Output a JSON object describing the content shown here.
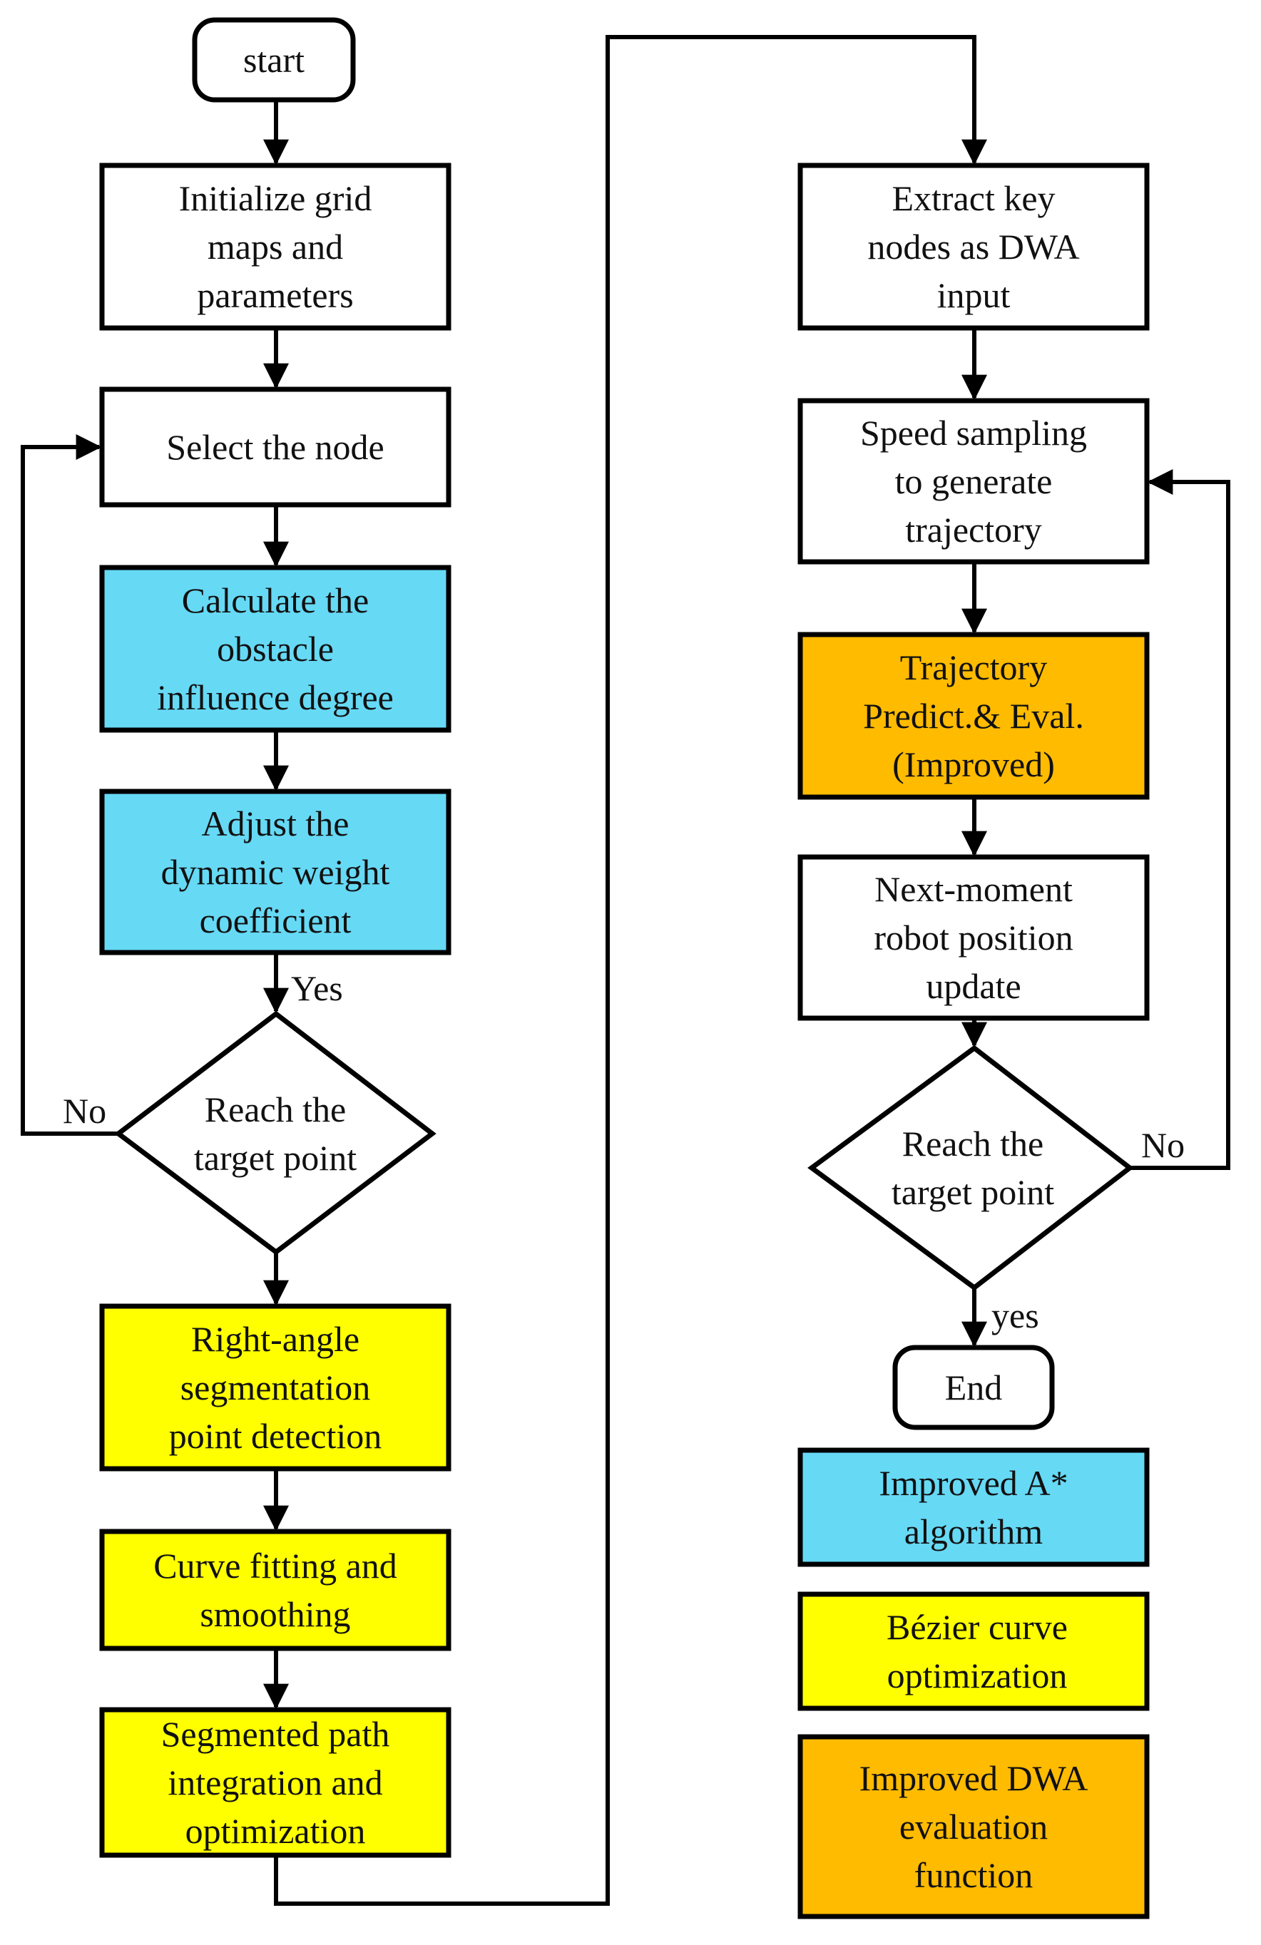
{
  "colors": {
    "process": "#ffffff",
    "improved_astar": "#66d9f5",
    "bezier": "#ffff00",
    "dwa": "#ffbb00",
    "stroke": "#000000"
  },
  "nodes": {
    "start": {
      "lines": [
        "start"
      ]
    },
    "init": {
      "lines": [
        "Initialize grid",
        "maps and",
        "parameters"
      ]
    },
    "select": {
      "lines": [
        "Select the node"
      ]
    },
    "calc": {
      "lines": [
        "Calculate the",
        "obstacle",
        "influence degree"
      ]
    },
    "adjust": {
      "lines": [
        "Adjust the",
        "dynamic weight",
        "coefficient"
      ]
    },
    "reach_left": {
      "lines": [
        "Reach the",
        "target point"
      ]
    },
    "rightangle": {
      "lines": [
        "Right-angle",
        "segmentation",
        "point detection"
      ]
    },
    "curve": {
      "lines": [
        "Curve fitting and",
        "smoothing"
      ]
    },
    "segmented": {
      "lines": [
        "Segmented path",
        "integration and",
        "optimization"
      ]
    },
    "extract": {
      "lines": [
        "Extract key",
        "nodes as DWA",
        "input"
      ]
    },
    "speed": {
      "lines": [
        "Speed sampling",
        "to generate",
        "trajectory"
      ]
    },
    "trajectory": {
      "lines": [
        "Trajectory",
        "Predict.& Eval.",
        "(Improved)"
      ]
    },
    "next": {
      "lines": [
        "Next-moment",
        "robot position",
        "update"
      ]
    },
    "reach_right": {
      "lines": [
        "Reach the",
        "target point"
      ]
    },
    "end": {
      "lines": [
        "End"
      ]
    },
    "legend_astar": {
      "lines": [
        "Improved A*",
        "algorithm"
      ]
    },
    "legend_bezier": {
      "lines": [
        "Bézier curve",
        "optimization"
      ]
    },
    "legend_dwa": {
      "lines": [
        "Improved DWA",
        "evaluation",
        "function"
      ]
    }
  },
  "edge_labels": {
    "left_yes": "Yes",
    "left_no": "No",
    "right_no": "No",
    "right_yes": "yes"
  }
}
